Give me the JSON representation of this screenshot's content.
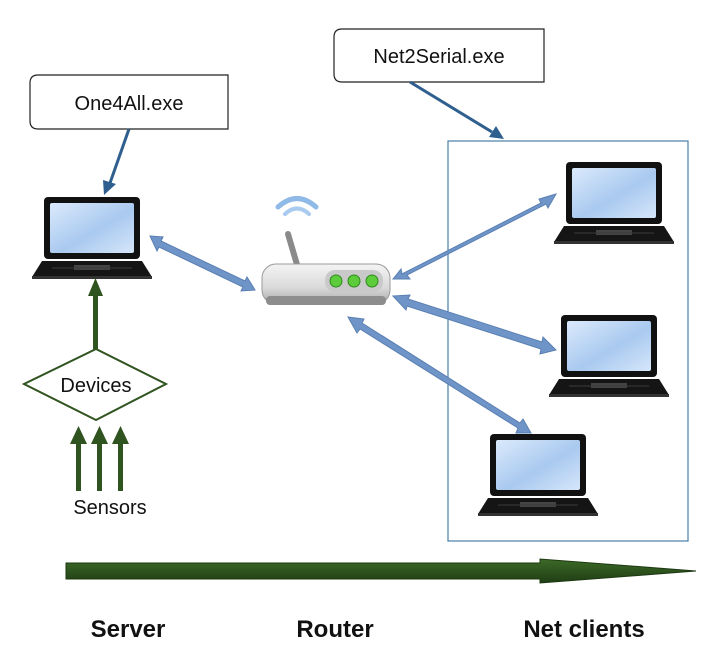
{
  "callouts": {
    "server_app": "One4All.exe",
    "client_app": "Net2Serial.exe"
  },
  "nodes": {
    "devices": "Devices",
    "sensors": "Sensors"
  },
  "stages": {
    "server": "Server",
    "router": "Router",
    "clients": "Net clients"
  },
  "colors": {
    "link_arrow": "#6f95c8",
    "callout_arrow": "#2f5f8f",
    "green_arrow": "#2f5420",
    "green_arrow_dark": "#223d16",
    "laptop_frame": "#111111",
    "screen": "#b7d3f2",
    "router_led": "#5ccc3a",
    "panel_border": "#4a7fa8"
  }
}
